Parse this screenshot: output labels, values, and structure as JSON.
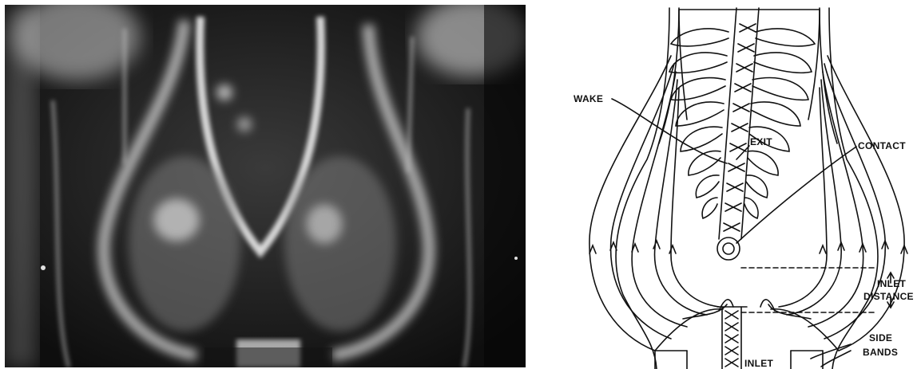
{
  "labels": {
    "wake": "WAKE",
    "exit": "EXIT",
    "contact": "CONTACT",
    "inlet_distance_line1": "INLET",
    "inlet_distance_line2": "DISTANCE",
    "side_bands_line1": "SIDE",
    "side_bands_line2": "BANDS",
    "inlet": "INLET"
  }
}
